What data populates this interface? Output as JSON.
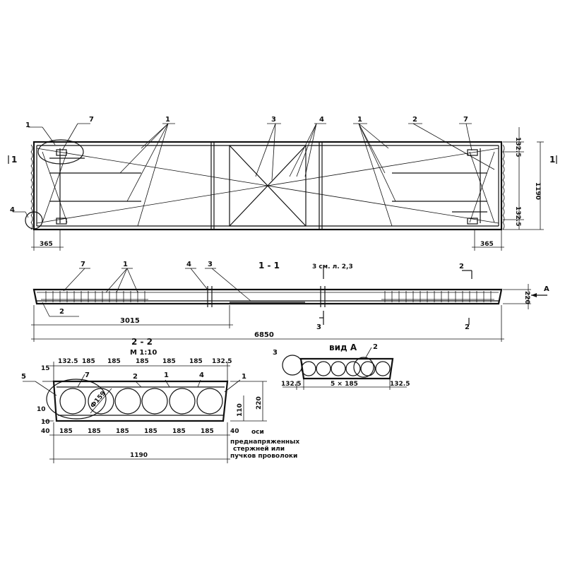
{
  "plan": {
    "callouts": [
      "1",
      "7",
      "1",
      "3",
      "4",
      "1",
      "2",
      "7",
      "4"
    ],
    "dims": {
      "top_right": "132.5",
      "height": "1190",
      "bottom_right": "132.5",
      "left_end": "365",
      "right_end": "365"
    },
    "section_marks": [
      "1",
      "1"
    ]
  },
  "elevation": {
    "title": "1 - 1",
    "callouts": [
      "7",
      "1",
      "4",
      "3",
      "2"
    ],
    "ref_note": "3 см. л. 2,3",
    "marks": {
      "left": "2",
      "right_top": "2",
      "sec3": "3",
      "sec2": "2",
      "view": "А"
    },
    "dims": {
      "part": "3015",
      "total": "6850",
      "height": "220"
    }
  },
  "section22": {
    "title": "2 - 2",
    "scale": "М 1:10",
    "top_dims": [
      "132.5",
      "185",
      "185",
      "185",
      "185",
      "185",
      "132.5"
    ],
    "bottom_dims": [
      "185",
      "185",
      "185",
      "185",
      "185",
      "185"
    ],
    "total": "1190",
    "left_dims": {
      "a": "15",
      "b": "10",
      "c": "10",
      "d": "40"
    },
    "right_dims": {
      "h1": "110",
      "h2": "220",
      "d": "40"
    },
    "callouts": [
      "5",
      "7",
      "2",
      "1",
      "4",
      "1"
    ],
    "hole_label": "Ф159",
    "axes_label": "оси",
    "axes_note": [
      "преднапряженных",
      "стержней или",
      "пучков проволоки"
    ]
  },
  "viewA": {
    "title": "вид А",
    "callouts": [
      "3",
      "2"
    ],
    "dims": [
      "132.5",
      "5 × 185",
      "132.5"
    ]
  }
}
